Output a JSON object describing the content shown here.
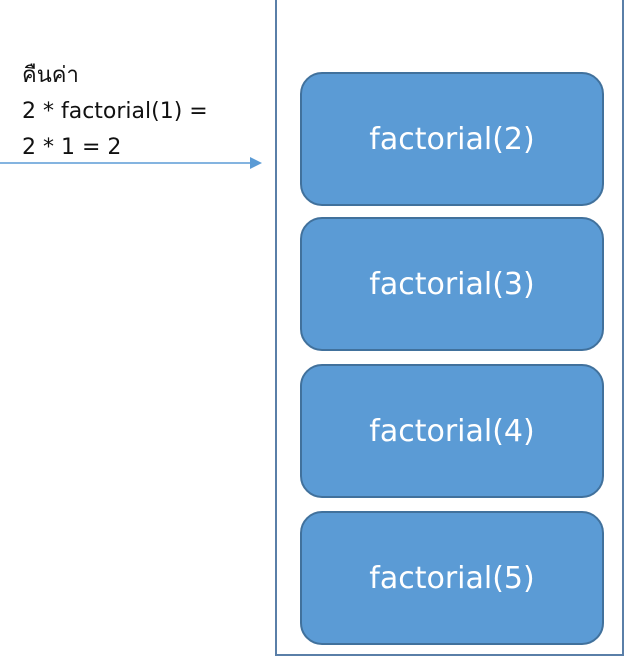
{
  "annotation": {
    "lines": [
      "คืนค่า",
      "2 * factorial(1) =",
      "2 * 1 = 2"
    ]
  },
  "stack": {
    "frames": [
      {
        "label": "factorial(2)"
      },
      {
        "label": "factorial(3)"
      },
      {
        "label": "factorial(4)"
      },
      {
        "label": "factorial(5)"
      }
    ]
  },
  "colors": {
    "frame_fill": "#5b9bd5",
    "frame_border": "#41719c",
    "frame_text": "#ffffff",
    "container_border": "#5a7fa8",
    "arrow": "#5b9bd5",
    "annotation_text": "#111111"
  }
}
